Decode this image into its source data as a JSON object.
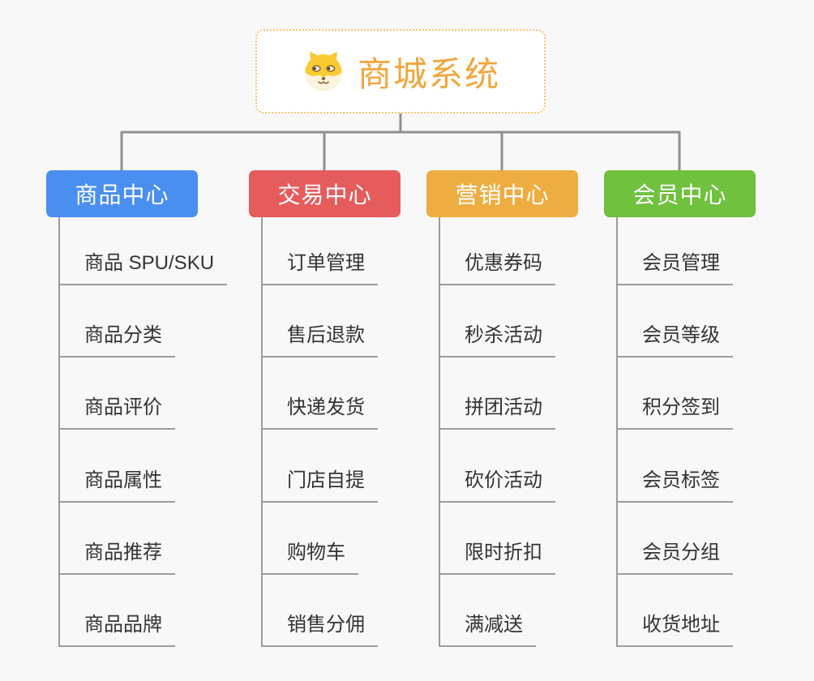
{
  "page": {
    "background": "#f8f8f8"
  },
  "root": {
    "title": "商城系统",
    "icon": "shiba-dog-icon",
    "text_color": "#f0a63c",
    "border_color": "#f5c26b"
  },
  "connector_color": "#909090",
  "line_color": "#9c9c9c",
  "branches": [
    {
      "label": "商品中心",
      "color": "#4a8ff0",
      "items": [
        "商品 SPU/SKU",
        "商品分类",
        "商品评价",
        "商品属性",
        "商品推荐",
        "商品品牌"
      ]
    },
    {
      "label": "交易中心",
      "color": "#e65c5c",
      "items": [
        "订单管理",
        "售后退款",
        "快递发货",
        "门店自提",
        "购物车",
        "销售分佣"
      ]
    },
    {
      "label": "营销中心",
      "color": "#eead42",
      "items": [
        "优惠券码",
        "秒杀活动",
        "拼团活动",
        "砍价活动",
        "限时折扣",
        "满减送"
      ]
    },
    {
      "label": "会员中心",
      "color": "#6fc13e",
      "items": [
        "会员管理",
        "会员等级",
        "积分签到",
        "会员标签",
        "会员分组",
        "收货地址"
      ]
    }
  ]
}
